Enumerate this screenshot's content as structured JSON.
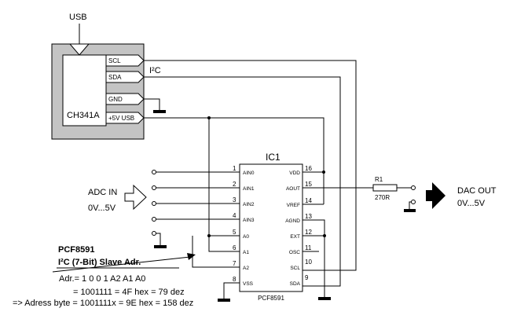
{
  "usb": {
    "title": "USB",
    "chip": "CH341A",
    "pins": [
      "SCL",
      "SDA",
      "GND",
      "+5V USB"
    ],
    "i2c_label": "I²C"
  },
  "ic": {
    "ref": "IC1",
    "part": "PCF8591",
    "pin_numbers_left": [
      "1",
      "2",
      "3",
      "4",
      "5",
      "6",
      "7",
      "8"
    ],
    "pin_names_left": [
      "AIN0",
      "AIN1",
      "AIN2",
      "AIN3",
      "A0",
      "A1",
      "A2",
      "VSS"
    ],
    "pin_numbers_right": [
      "16",
      "15",
      "14",
      "13",
      "12",
      "11",
      "10",
      "9"
    ],
    "pin_names_right": [
      "VDD",
      "AOUT",
      "VREF",
      "AGND",
      "EXT",
      "OSC",
      "SCL",
      "SDA"
    ]
  },
  "adc": {
    "label": "ADC IN",
    "range": "0V...5V"
  },
  "dac": {
    "label": "DAC OUT",
    "range": "0V...5V"
  },
  "resistor": {
    "ref": "R1",
    "value": "270R"
  },
  "notes": {
    "title": "PCF8591",
    "subtitle": "I²C (7-Bit) Slave Adr.",
    "line1": "Adr.= 1  0  0  1 A2 A1 A0",
    "line2": "= 1001111 = 4F hex = 79 dez",
    "line3": "=> Adress byte = 1001111x = 9E hex = 158 dez"
  }
}
